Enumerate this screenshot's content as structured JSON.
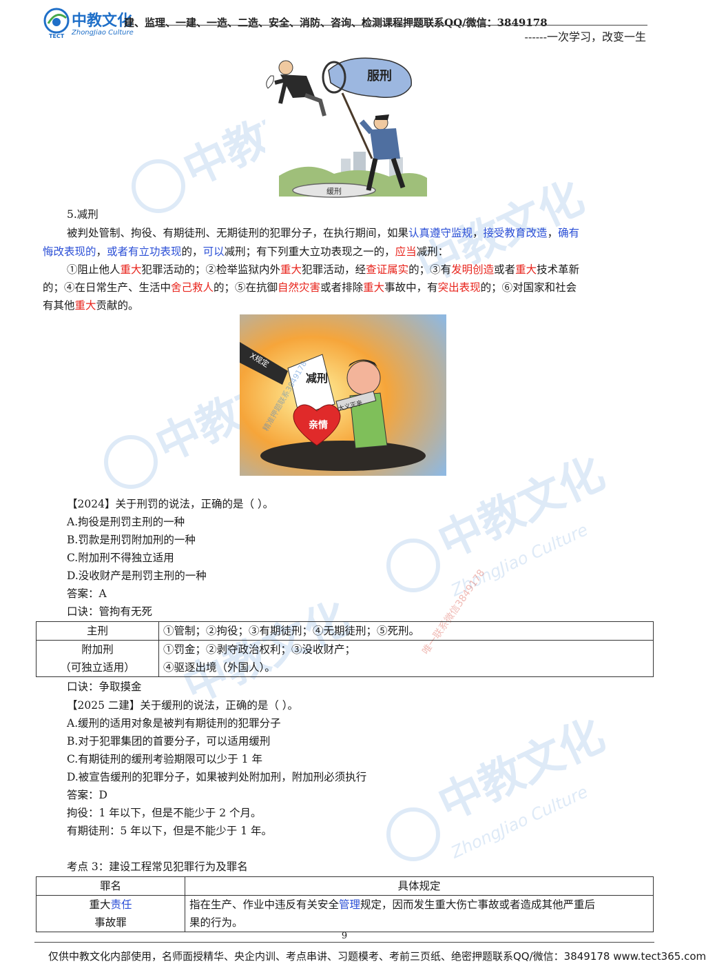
{
  "header": {
    "logo_name": "中教文化",
    "logo_sub": "ZhongJiao Culture",
    "logo_abbr": "TECT",
    "title": "建、监理、一建、一造、二造、安全、消防、咨询、检测课程押题联系QQ/微信：3849178",
    "slogan": "------一次学习，改变一生"
  },
  "image1_labels": {
    "net": "服刑",
    "ground": "缓刑"
  },
  "section5": {
    "heading": "5.减刑",
    "p1": [
      {
        "t": "被判处管制、拘役、有期徒刑、无期徒刑的犯罪分子，在执行期间，如果"
      },
      {
        "t": "认真遵守监规",
        "c": "blue"
      },
      {
        "t": "，"
      },
      {
        "t": "接受教育改造",
        "c": "blue"
      },
      {
        "t": "，"
      },
      {
        "t": "确有",
        "c": "blue"
      }
    ],
    "p1b": [
      {
        "t": "悔改表现的",
        "c": "blue"
      },
      {
        "t": "，"
      },
      {
        "t": "或者有立功表现",
        "c": "blue"
      },
      {
        "t": "的，"
      },
      {
        "t": "可以",
        "c": "blue"
      },
      {
        "t": "减刑；有下列重大立功表现之一的，"
      },
      {
        "t": "应当",
        "c": "red"
      },
      {
        "t": "减刑："
      }
    ],
    "p2a": [
      {
        "t": "①阻止他人"
      },
      {
        "t": "重大",
        "c": "red"
      },
      {
        "t": "犯罪活动的；②检举监狱内外"
      },
      {
        "t": "重大",
        "c": "red"
      },
      {
        "t": "犯罪活动，经"
      },
      {
        "t": "查证属实",
        "c": "red"
      },
      {
        "t": "的；③有"
      },
      {
        "t": "发明创造",
        "c": "red"
      },
      {
        "t": "或者"
      },
      {
        "t": "重大",
        "c": "red"
      },
      {
        "t": "技术革新"
      }
    ],
    "p2b": [
      {
        "t": "的；④在日常生产、生活中"
      },
      {
        "t": "舍己救人",
        "c": "red"
      },
      {
        "t": "的；⑤在抗御"
      },
      {
        "t": "自然灾害",
        "c": "red"
      },
      {
        "t": "或者排除"
      },
      {
        "t": "重大",
        "c": "red"
      },
      {
        "t": "事故中，有"
      },
      {
        "t": "突出表现",
        "c": "red"
      },
      {
        "t": "的；⑥对国家和社会"
      }
    ],
    "p2c": [
      {
        "t": "有其他"
      },
      {
        "t": "重大",
        "c": "red"
      },
      {
        "t": "贡献的。"
      }
    ]
  },
  "image2_labels": {
    "paper": "减刑",
    "sleeve": "X规定",
    "heart": "亲情",
    "tag": "大义灭亲",
    "watermark": "精准押题联系3849178"
  },
  "q2024": {
    "stem": "【2024】关于刑罚的说法，正确的是（     ）。",
    "options": [
      "A.拘役是刑罚主刑的一种",
      "B.罚款是刑罚附加刑的一种",
      "C.附加刑不得独立适用",
      "D.没收财产是刑罚主刑的一种"
    ],
    "answer": "答案：A",
    "mnemonic1": "口诀：管拘有无死"
  },
  "penalty_table": {
    "rows": [
      {
        "name": "主刑",
        "name2": "",
        "items": [
          "①管制；②拘役；③有期徒刑；④无期徒刑；⑤死刑。"
        ]
      },
      {
        "name": "附加刑",
        "name2": "（可独立适用）",
        "items": [
          "①罚金；②剥夺政治权利；③没收财产；",
          "④驱逐出境（外国人）。"
        ]
      }
    ]
  },
  "q2025": {
    "mnemonic2": "口诀：争取摸金",
    "stem": "【2025 二建】关于缓刑的说法，正确的是（     ）。",
    "options": [
      "A.缓刑的适用对象是被判有期徒刑的犯罪分子",
      "B.对于犯罪集团的首要分子，可以适用缓刑",
      "C.有期徒刑的缓刑考验期限可以少于 1 年",
      "D.被宣告缓刑的犯罪分子，如果被判处附加刑，附加刑必须执行"
    ],
    "answer": "答案：D",
    "note1": "拘役：1 年以下，但是不能少于 2 个月。",
    "note2": "有期徒刑：5 年以下，但是不能少于 1 年。"
  },
  "kaodian3": {
    "heading": "考点 3：建设工程常见犯罪行为及罪名",
    "col1": "罪名",
    "col2": "具体规定",
    "row_name_a": "重大",
    "row_name_b": "责任",
    "row_name_c": "事故罪",
    "row_desc_a": "指在生产、作业中违反有关安全",
    "row_desc_b": "管理",
    "row_desc_c": "规定，因而发生重大伤亡事故或者造成其他严重后",
    "row_desc_d": "果的行为。"
  },
  "watermark": {
    "cn": "中教文化",
    "en": "ZhongJiao Culture",
    "abbr": "TECT",
    "contact": "唯一联系微信3849178"
  },
  "footer": {
    "page": "9",
    "text": "仅供中教文化内部使用，名师面授精华、央企内训、考点串讲、习题模考、考前三页纸、绝密押题联系QQ/微信：3849178    www.tect365.com"
  },
  "colors": {
    "red": "#e8241c",
    "blue": "#2b4fd6",
    "watermark": "#3b7fd0"
  }
}
